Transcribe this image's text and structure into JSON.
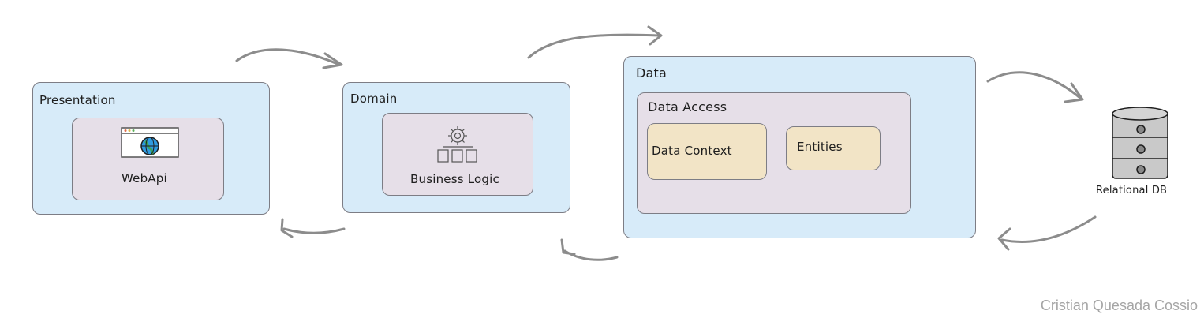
{
  "presentation": {
    "title": "Presentation",
    "component": "WebApi"
  },
  "domain": {
    "title": "Domain",
    "component": "Business Logic"
  },
  "data": {
    "title": "Data",
    "access": {
      "title": "Data Access",
      "items": [
        "Data Context",
        "Entities"
      ]
    }
  },
  "database": {
    "label": "Relational DB"
  },
  "credit": "Cristian Quesada Cossio",
  "icons": {
    "webapi": "browser-globe-icon",
    "business_logic": "gear-modules-icon",
    "database": "database-cylinder-icon"
  },
  "colors": {
    "layer_fill": "#d7ebf9",
    "component_fill": "#e6dfe8",
    "item_fill": "#f2e4c6",
    "arrow": "#8c8c8c"
  }
}
